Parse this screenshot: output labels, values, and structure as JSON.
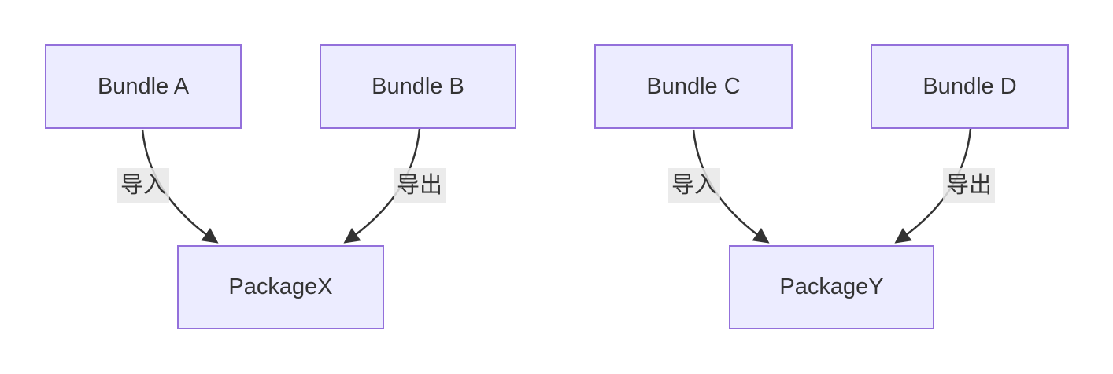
{
  "diagram": {
    "type": "flowchart",
    "nodes": [
      {
        "id": "bundleA",
        "label": "Bundle A"
      },
      {
        "id": "bundleB",
        "label": "Bundle B"
      },
      {
        "id": "bundleC",
        "label": "Bundle C"
      },
      {
        "id": "bundleD",
        "label": "Bundle D"
      },
      {
        "id": "packageX",
        "label": "PackageX"
      },
      {
        "id": "packageY",
        "label": "PackageY"
      }
    ],
    "edges": [
      {
        "from": "Bundle A",
        "to": "PackageX",
        "label": "导入"
      },
      {
        "from": "Bundle B",
        "to": "PackageX",
        "label": "导出"
      },
      {
        "from": "Bundle C",
        "to": "PackageY",
        "label": "导入"
      },
      {
        "from": "Bundle D",
        "to": "PackageY",
        "label": "导出"
      }
    ],
    "colors": {
      "background": "#FFFFFF",
      "node_fill": "#ECECFF",
      "node_border": "#9370DB",
      "edge_line": "#333333",
      "edge_label_bg": "#E8E8E8",
      "text": "#333333"
    }
  }
}
